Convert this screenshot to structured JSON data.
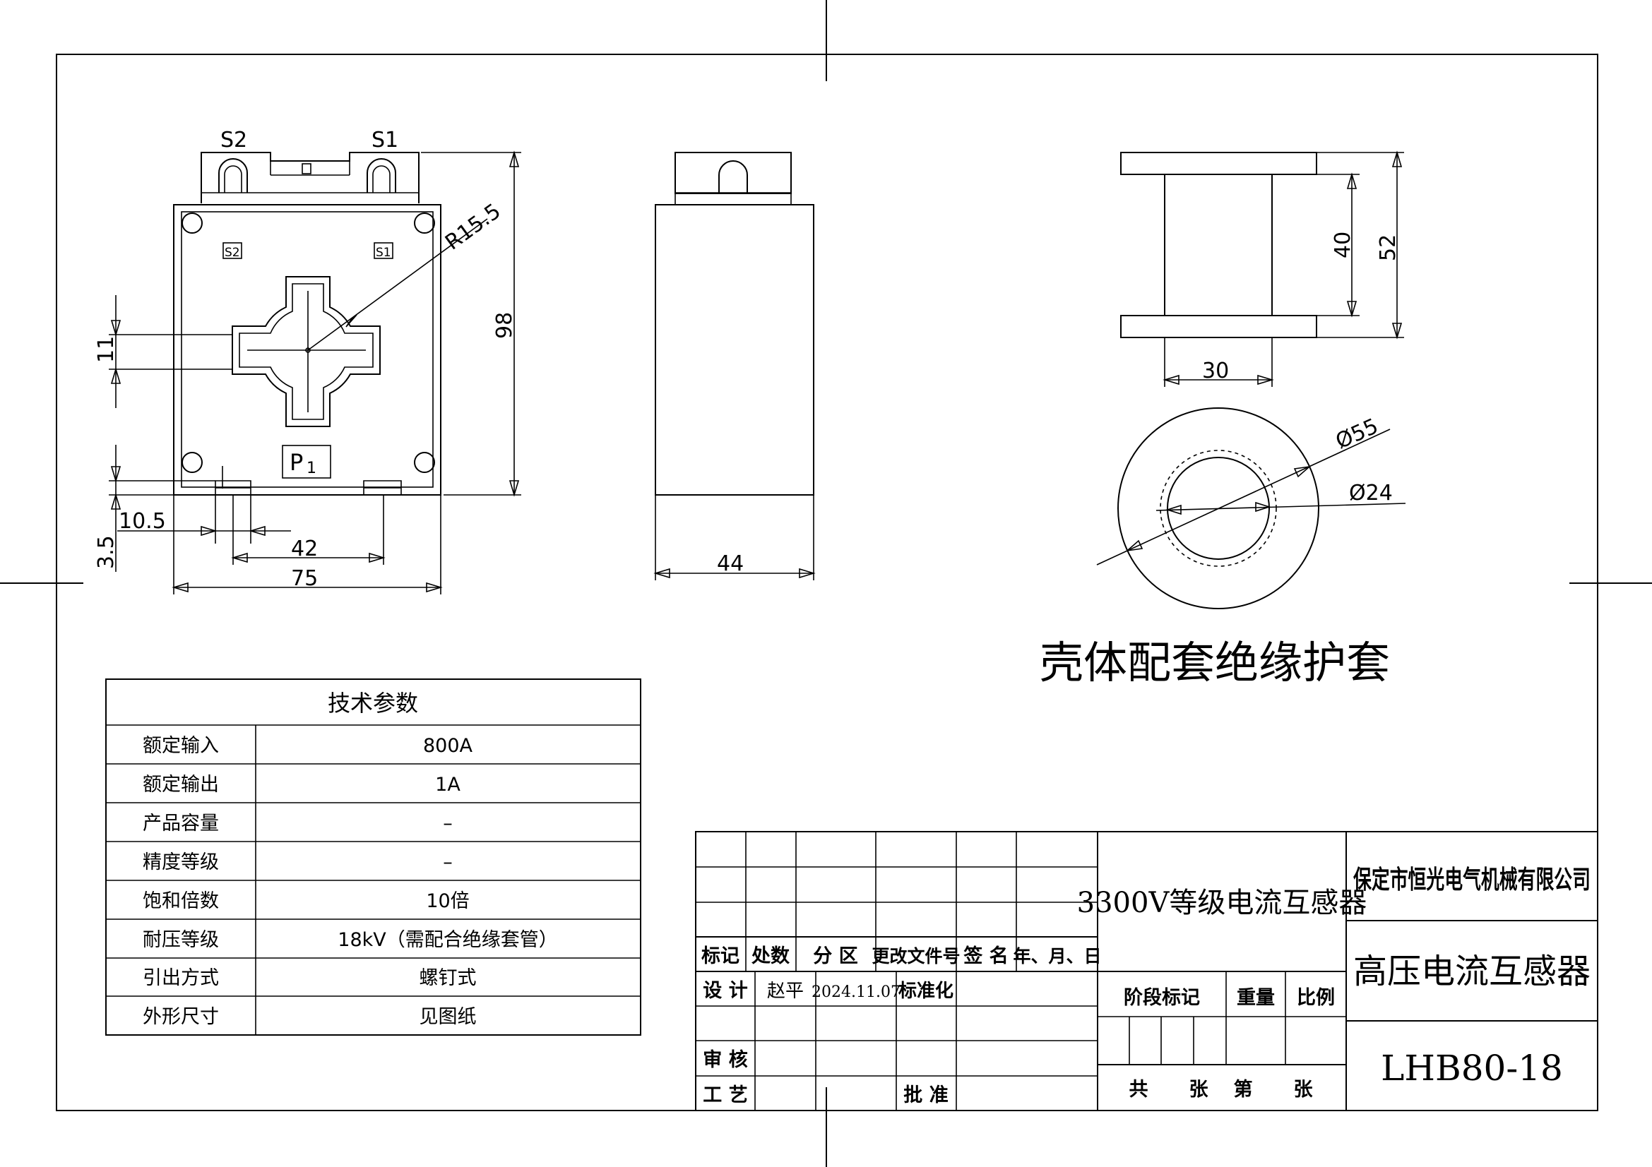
{
  "front_view": {
    "terminal_left": "S2",
    "terminal_right": "S1",
    "mark_left": "S2",
    "mark_right": "S1",
    "p1_mark": "P",
    "p1_sub": "1",
    "radius": "R15.5",
    "height": "98",
    "slot": "11",
    "offset_bottom": "3.5",
    "offset_left": "10.5",
    "pitch": "42",
    "width": "75"
  },
  "side_view": {
    "depth": "44"
  },
  "sleeve_view": {
    "inner_length": "40",
    "outer_length": "52",
    "width": "30",
    "outer_diameter": "Ø55",
    "inner_diameter": "Ø24",
    "caption": "壳体配套绝缘护套"
  },
  "tech_table": {
    "title": "技术参数",
    "rows": [
      {
        "label": "额定输入",
        "value": "800A"
      },
      {
        "label": "额定输出",
        "value": "1A"
      },
      {
        "label": "产品容量",
        "value": "–"
      },
      {
        "label": "精度等级",
        "value": "–"
      },
      {
        "label": "饱和倍数",
        "value": "10倍"
      },
      {
        "label": "耐压等级",
        "value": "18kV（需配合绝缘套管）"
      },
      {
        "label": "引出方式",
        "value": "螺钉式"
      },
      {
        "label": "外形尺寸",
        "value": "见图纸"
      }
    ]
  },
  "title_block": {
    "h_mark": "标记",
    "h_count": "处数",
    "h_zone": "分 区",
    "h_docno": "更改文件号",
    "h_sign": "签 名",
    "h_date": "年、月、日",
    "design_label": "设 计",
    "designer": "赵平",
    "design_date": "2024.11.07",
    "standard_label": "标准化",
    "review_label": "审 核",
    "process_label": "工 艺",
    "approve_label": "批 准",
    "product_name": "3300V等级电流互感器",
    "stage_label": "阶段标记",
    "weight_label": "重量",
    "scale_label": "比例",
    "total_label": "共",
    "sheet_label": "张",
    "no_label": "第",
    "sheet_label2": "张",
    "company": "保定市恒光电气机械有限公司",
    "category": "高压电流互感器",
    "model": "LHB80-18"
  }
}
